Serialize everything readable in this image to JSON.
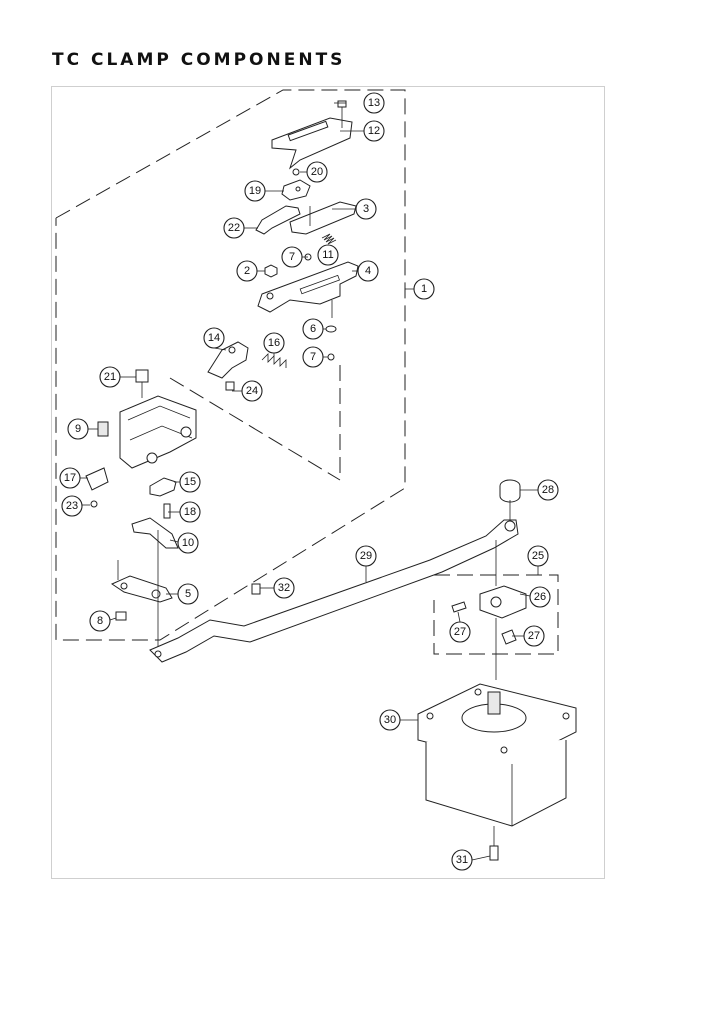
{
  "title": "TC CLAMP COMPONENTS",
  "callouts": [
    {
      "label": "13"
    },
    {
      "label": "12"
    },
    {
      "label": "20"
    },
    {
      "label": "19"
    },
    {
      "label": "3"
    },
    {
      "label": "22"
    },
    {
      "label": "7"
    },
    {
      "label": "11"
    },
    {
      "label": "2"
    },
    {
      "label": "4"
    },
    {
      "label": "1"
    },
    {
      "label": "6"
    },
    {
      "label": "14"
    },
    {
      "label": "16"
    },
    {
      "label": "7"
    },
    {
      "label": "24"
    },
    {
      "label": "21"
    },
    {
      "label": "9"
    },
    {
      "label": "17"
    },
    {
      "label": "15"
    },
    {
      "label": "23"
    },
    {
      "label": "18"
    },
    {
      "label": "10"
    },
    {
      "label": "28"
    },
    {
      "label": "29"
    },
    {
      "label": "25"
    },
    {
      "label": "26"
    },
    {
      "label": "32"
    },
    {
      "label": "5"
    },
    {
      "label": "27"
    },
    {
      "label": "8"
    },
    {
      "label": "27"
    },
    {
      "label": "30"
    },
    {
      "label": "31"
    }
  ]
}
